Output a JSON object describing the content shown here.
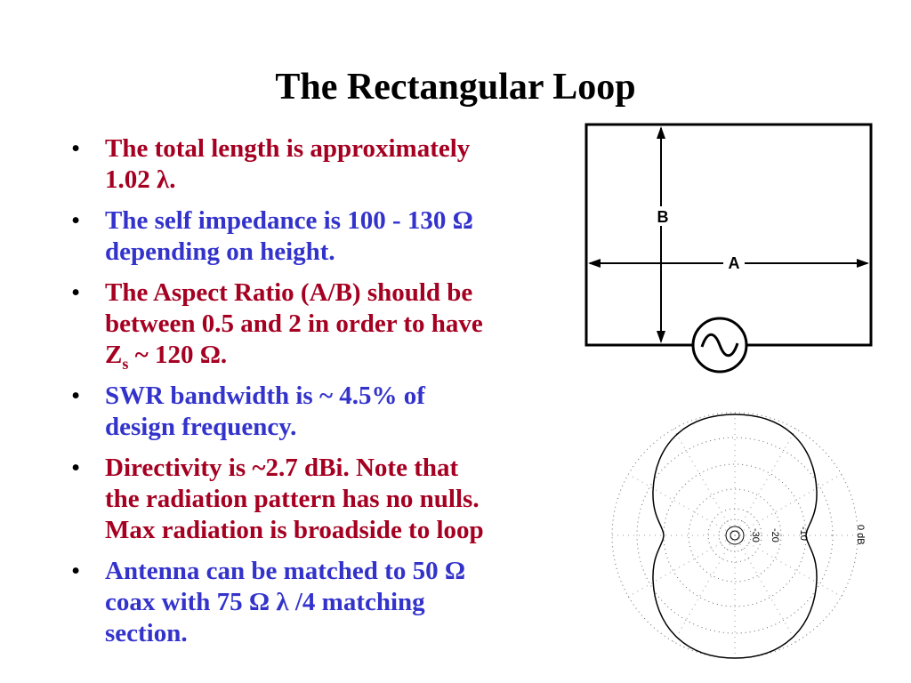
{
  "slide": {
    "title": "The Rectangular Loop",
    "colors": {
      "red": "#a50021",
      "blue": "#3333cc"
    },
    "bullets": [
      {
        "color": "red",
        "lines": [
          "The total length is approximately",
          "1.02 λ."
        ]
      },
      {
        "color": "blue",
        "lines": [
          "The self impedance is 100 - 130 Ω",
          "depending on height."
        ]
      },
      {
        "color": "red",
        "lines": [
          "The Aspect Ratio (A/B) should be",
          "between 0.5 and 2 in order to have"
        ],
        "last_prefix": "Z",
        "last_sub": "s",
        "last_suffix": " ~ 120 Ω."
      },
      {
        "color": "blue",
        "lines": [
          "SWR bandwidth is ~ 4.5% of",
          "design frequency."
        ]
      },
      {
        "color": "red",
        "lines": [
          "Directivity is ~2.7 dBi. Note that",
          "the radiation pattern has no nulls.",
          "Max radiation is broadside to loop"
        ]
      },
      {
        "color": "blue",
        "lines": [
          "Antenna can be matched to 50 Ω",
          "coax with 75 Ω λ /4 matching",
          "section."
        ]
      }
    ]
  },
  "diagram": {
    "label_a": "A",
    "label_b": "B",
    "source_icon": "ac-source-icon"
  },
  "polar_plot": {
    "scale_labels": [
      "0 dB",
      "-10",
      "-20",
      "-30"
    ]
  }
}
